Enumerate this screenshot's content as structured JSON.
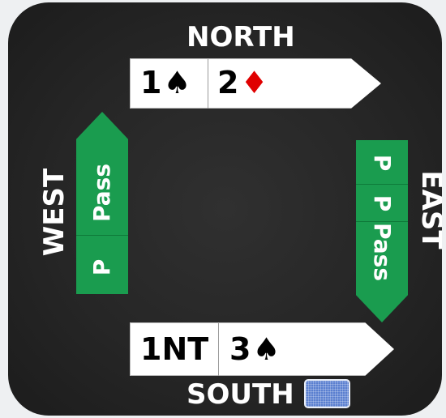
{
  "seats": {
    "north": "NORTH",
    "south": "SOUTH",
    "west": "WEST",
    "east": "EAST"
  },
  "bids": {
    "north": [
      {
        "level": "1",
        "suit": "♠",
        "color": "#000000"
      },
      {
        "level": "2",
        "suit": "♦",
        "color": "#e00000"
      }
    ],
    "south": [
      {
        "level": "1NT",
        "suit": "",
        "color": "#000000"
      },
      {
        "level": "3",
        "suit": "♠",
        "color": "#000000"
      }
    ],
    "west": [
      "Pass",
      "P"
    ],
    "east": [
      "P",
      "P",
      "Pass"
    ]
  },
  "colors": {
    "table": "#262626",
    "pass_green": "#1a9c4f",
    "red_suit": "#e00000",
    "dealer_card": "#5a7fd0"
  },
  "dealer_icon": "card-back-icon"
}
